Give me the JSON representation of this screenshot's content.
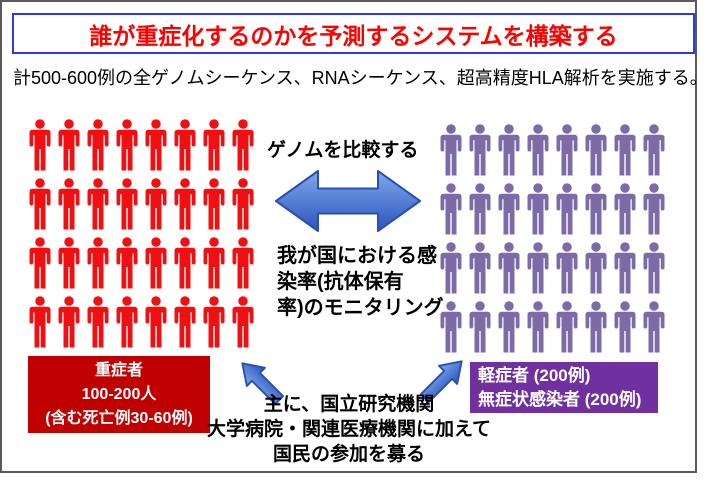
{
  "header": {
    "title": "誰が重症化するのかを予測するシステムを構築する",
    "subtitle": "計500-600例の全ゲノムシーケンス、RNAシーケンス、超高精度HLA解析を実施する。"
  },
  "center": {
    "compare_label": "ゲノムを比較する",
    "monitoring_lines": [
      "我が国における感",
      "染率(抗体保有",
      "率)のモニタリング"
    ],
    "recruit_lines": [
      "主に、国立研究機関",
      "大学病院・関連医療機関に加えて",
      "国民の参加を募る"
    ]
  },
  "groups": {
    "severe": {
      "icon_count": 32,
      "rows": 4,
      "cols": 8,
      "icon_color": "#f20f12",
      "box_color": "#c00000",
      "label_lines": [
        "重症者",
        "100-200人",
        "(含む死亡例30-60例)"
      ]
    },
    "mild": {
      "icon_count": 32,
      "rows": 4,
      "cols": 8,
      "icon_color": "#7d6ba8",
      "box_color": "#7030a0",
      "label_lines": [
        "軽症者 (200例)",
        "無症状感染者 (200例)"
      ]
    }
  },
  "colors": {
    "title_text": "#ff0000",
    "title_border": "#2b3cdb",
    "frame_border": "#595959",
    "arrow_fill_light": "#7fa8ec",
    "arrow_fill_dark": "#2b55be",
    "arrow_stroke": "#2a4fae"
  }
}
